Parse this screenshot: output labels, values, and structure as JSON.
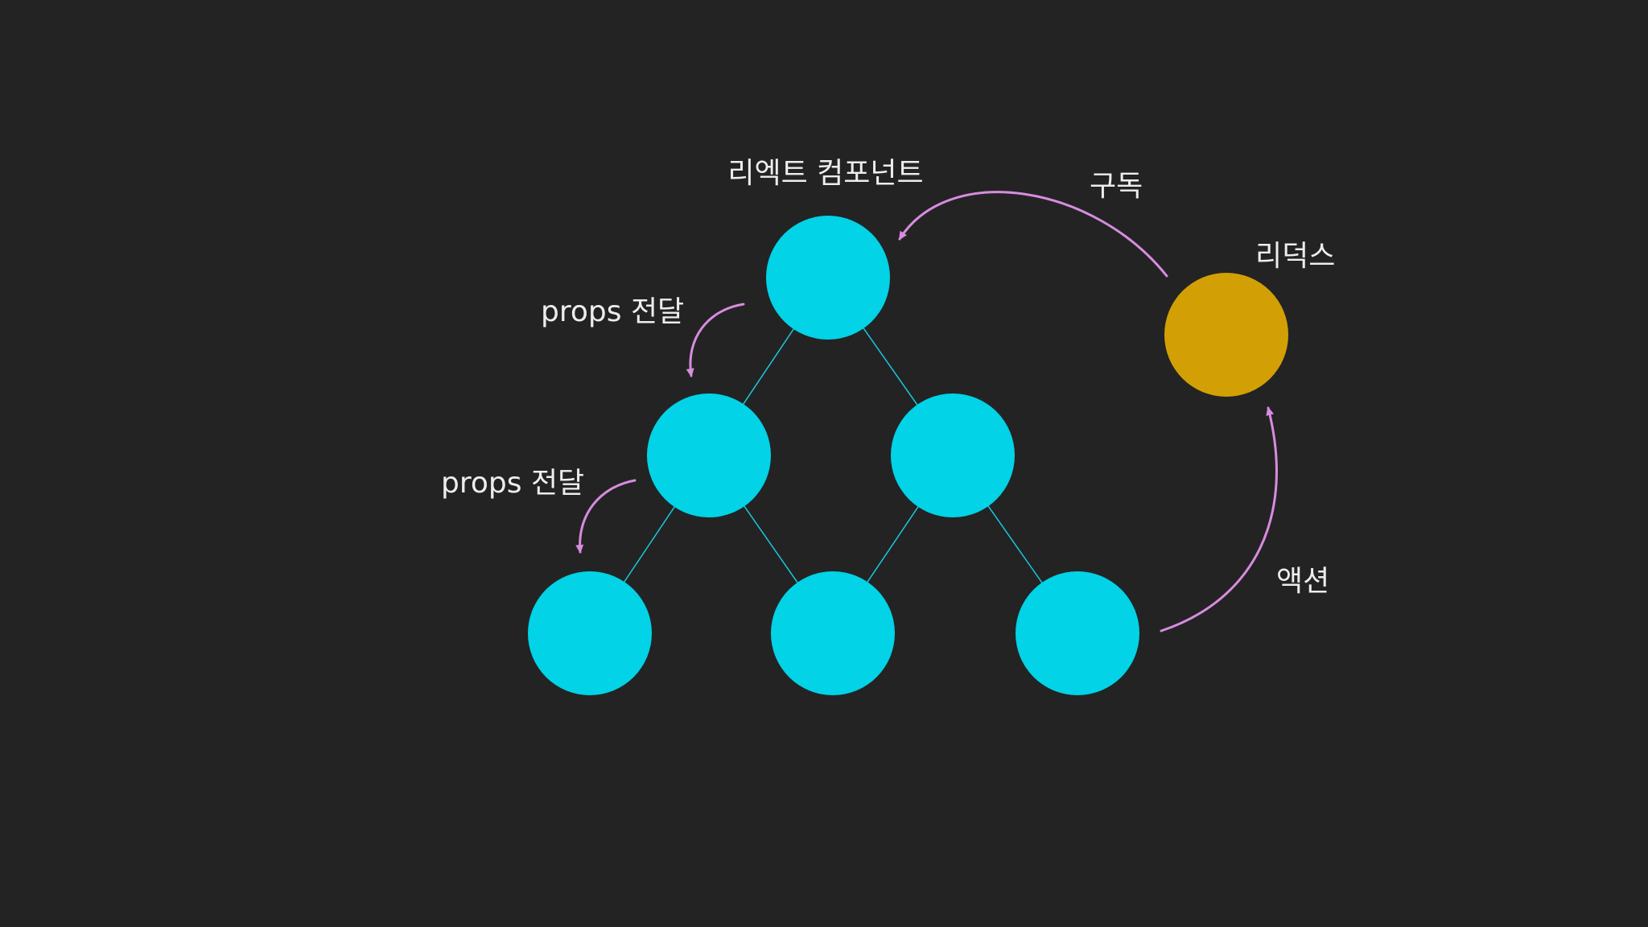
{
  "diagram": {
    "colors": {
      "background": "#232324",
      "component_node": "#02d3e6",
      "redux_node": "#d2a005",
      "tree_edge": "#18c9dc",
      "arrow": "#d88cdf",
      "text": "#ededed"
    },
    "labels": {
      "react_component": "리엑트 컴포넌트",
      "subscribe": "구독",
      "redux": "리덕스",
      "props_pass_1": "props 전달",
      "props_pass_2": "props 전달",
      "action": "액션"
    },
    "nodes": [
      {
        "id": "component-root",
        "kind": "component"
      },
      {
        "id": "component-level2-left",
        "kind": "component"
      },
      {
        "id": "component-level2-right",
        "kind": "component"
      },
      {
        "id": "component-leaf-1",
        "kind": "component"
      },
      {
        "id": "component-leaf-2",
        "kind": "component"
      },
      {
        "id": "component-leaf-3",
        "kind": "component"
      },
      {
        "id": "redux-store",
        "kind": "redux"
      }
    ],
    "edges": [
      {
        "from": "component-root",
        "to": "component-level2-left"
      },
      {
        "from": "component-root",
        "to": "component-level2-right"
      },
      {
        "from": "component-level2-left",
        "to": "component-leaf-1"
      },
      {
        "from": "component-level2-left",
        "to": "component-leaf-2"
      },
      {
        "from": "component-level2-right",
        "to": "component-leaf-2"
      },
      {
        "from": "component-level2-right",
        "to": "component-leaf-3"
      }
    ],
    "arrows": [
      {
        "id": "subscribe-arrow",
        "from": "redux-store",
        "to": "component-root",
        "label_key": "subscribe"
      },
      {
        "id": "action-arrow",
        "from": "component-leaf-3",
        "to": "redux-store",
        "label_key": "action"
      },
      {
        "id": "props-arrow-1",
        "from": "component-root",
        "to": "component-level2-left",
        "label_key": "props_pass_1"
      },
      {
        "id": "props-arrow-2",
        "from": "component-level2-left",
        "to": "component-leaf-1",
        "label_key": "props_pass_2"
      }
    ]
  }
}
